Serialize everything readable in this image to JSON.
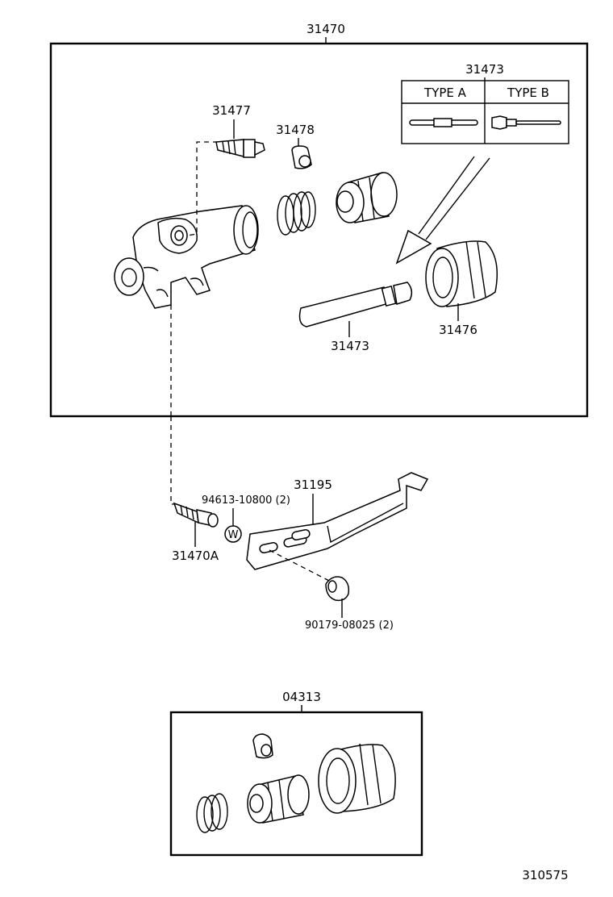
{
  "labels": {
    "assembly_main": "31470",
    "push_rod_type_ref": "31473",
    "type_a": "TYPE  A",
    "type_b": "TYPE  B",
    "bleeder_plug": "31477",
    "bleeder_cap": "31478",
    "push_rod": "31473",
    "boot": "31476",
    "bracket": "31195",
    "washer_part": "94613-10800 (2)",
    "washer_symbol": "W",
    "union": "31470A",
    "nut": "90179-08025 (2)",
    "kit": "04313",
    "diagram_id": "310575"
  }
}
